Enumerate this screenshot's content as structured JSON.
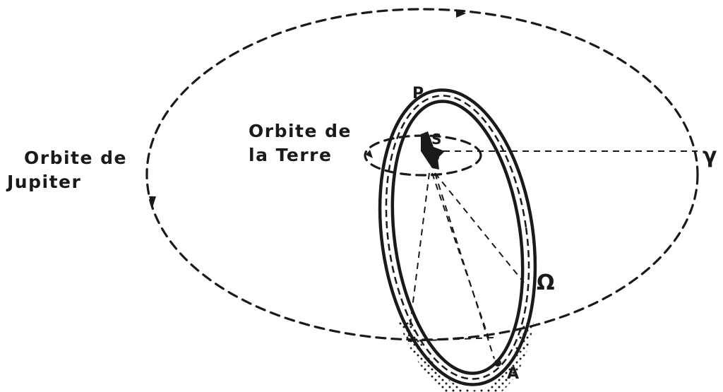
{
  "labels": {
    "jupiter_orbit_line1": "Orbite de",
    "jupiter_orbit_line2": "Jupiter",
    "earth_orbit_line1": "Orbite de",
    "earth_orbit_line2": "la Terre",
    "perihelion": "P",
    "sun": "S",
    "aphelion": "A",
    "ascending_node": "Ω",
    "vernal_point": "γ"
  }
}
